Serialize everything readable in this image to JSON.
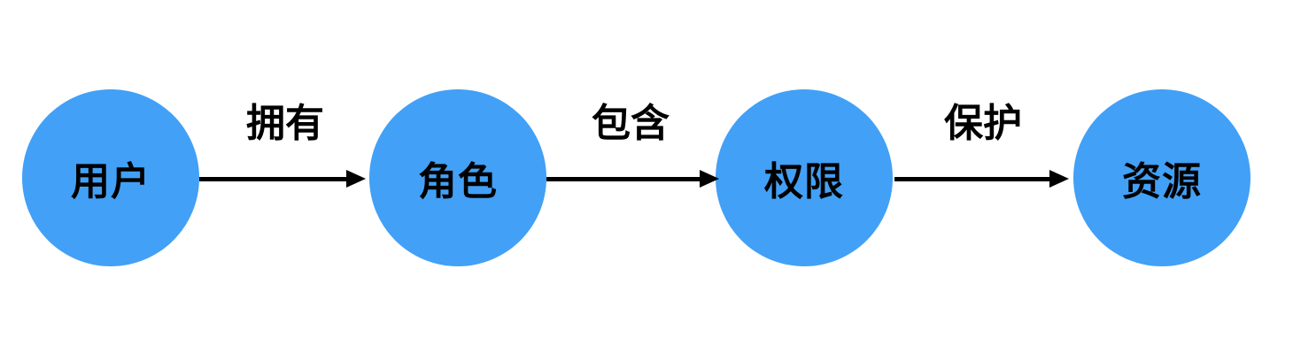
{
  "colors": {
    "node_fill": "#42A0F6",
    "arrow": "#000000",
    "text": "#000000",
    "background": "#ffffff"
  },
  "diagram": {
    "type": "flow",
    "direction": "left-to-right",
    "nodes": [
      {
        "id": "user",
        "shape": "circle",
        "label": "用户"
      },
      {
        "id": "role",
        "shape": "circle",
        "label": "角色"
      },
      {
        "id": "permission",
        "shape": "circle",
        "label": "权限"
      },
      {
        "id": "resource",
        "shape": "circle",
        "label": "资源"
      }
    ],
    "edges": [
      {
        "from": "user",
        "to": "role",
        "label": "拥有",
        "arrow": "right"
      },
      {
        "from": "role",
        "to": "permission",
        "label": "包含",
        "arrow": "right"
      },
      {
        "from": "permission",
        "to": "resource",
        "label": "保护",
        "arrow": "right"
      }
    ]
  }
}
